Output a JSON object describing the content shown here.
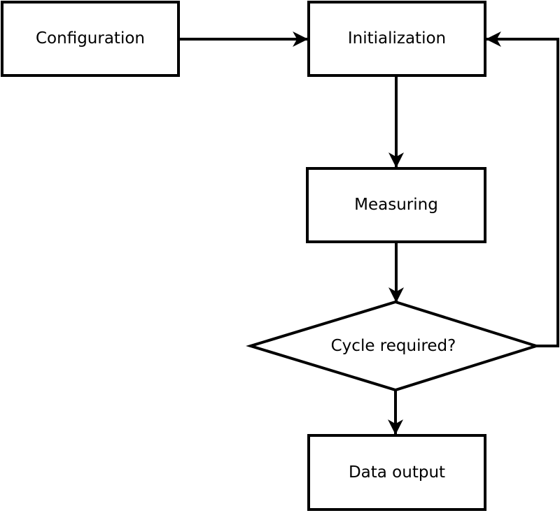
{
  "diagram": {
    "type": "flowchart",
    "background_color": "#ffffff",
    "line_color": "#000000",
    "node_fill_color": "#ffffff",
    "text_color": "#000000",
    "nodes": [
      {
        "id": "configuration",
        "shape": "rectangle",
        "label": "Configuration"
      },
      {
        "id": "initialization",
        "shape": "rectangle",
        "label": "Initialization"
      },
      {
        "id": "measuring",
        "shape": "rectangle",
        "label": "Measuring"
      },
      {
        "id": "cycle_required",
        "shape": "diamond",
        "label": "Cycle required?"
      },
      {
        "id": "data_output",
        "shape": "rectangle",
        "label": "Data output"
      }
    ],
    "edges": [
      {
        "from": "configuration",
        "to": "initialization",
        "style": "solid-arrow"
      },
      {
        "from": "initialization",
        "to": "measuring",
        "style": "solid-arrow"
      },
      {
        "from": "measuring",
        "to": "cycle_required",
        "style": "solid-arrow"
      },
      {
        "from": "cycle_required",
        "to": "data_output",
        "style": "solid-arrow"
      },
      {
        "from": "cycle_required",
        "to": "initialization",
        "style": "solid-arrow",
        "route": "right-side-feedback-loop"
      }
    ]
  }
}
